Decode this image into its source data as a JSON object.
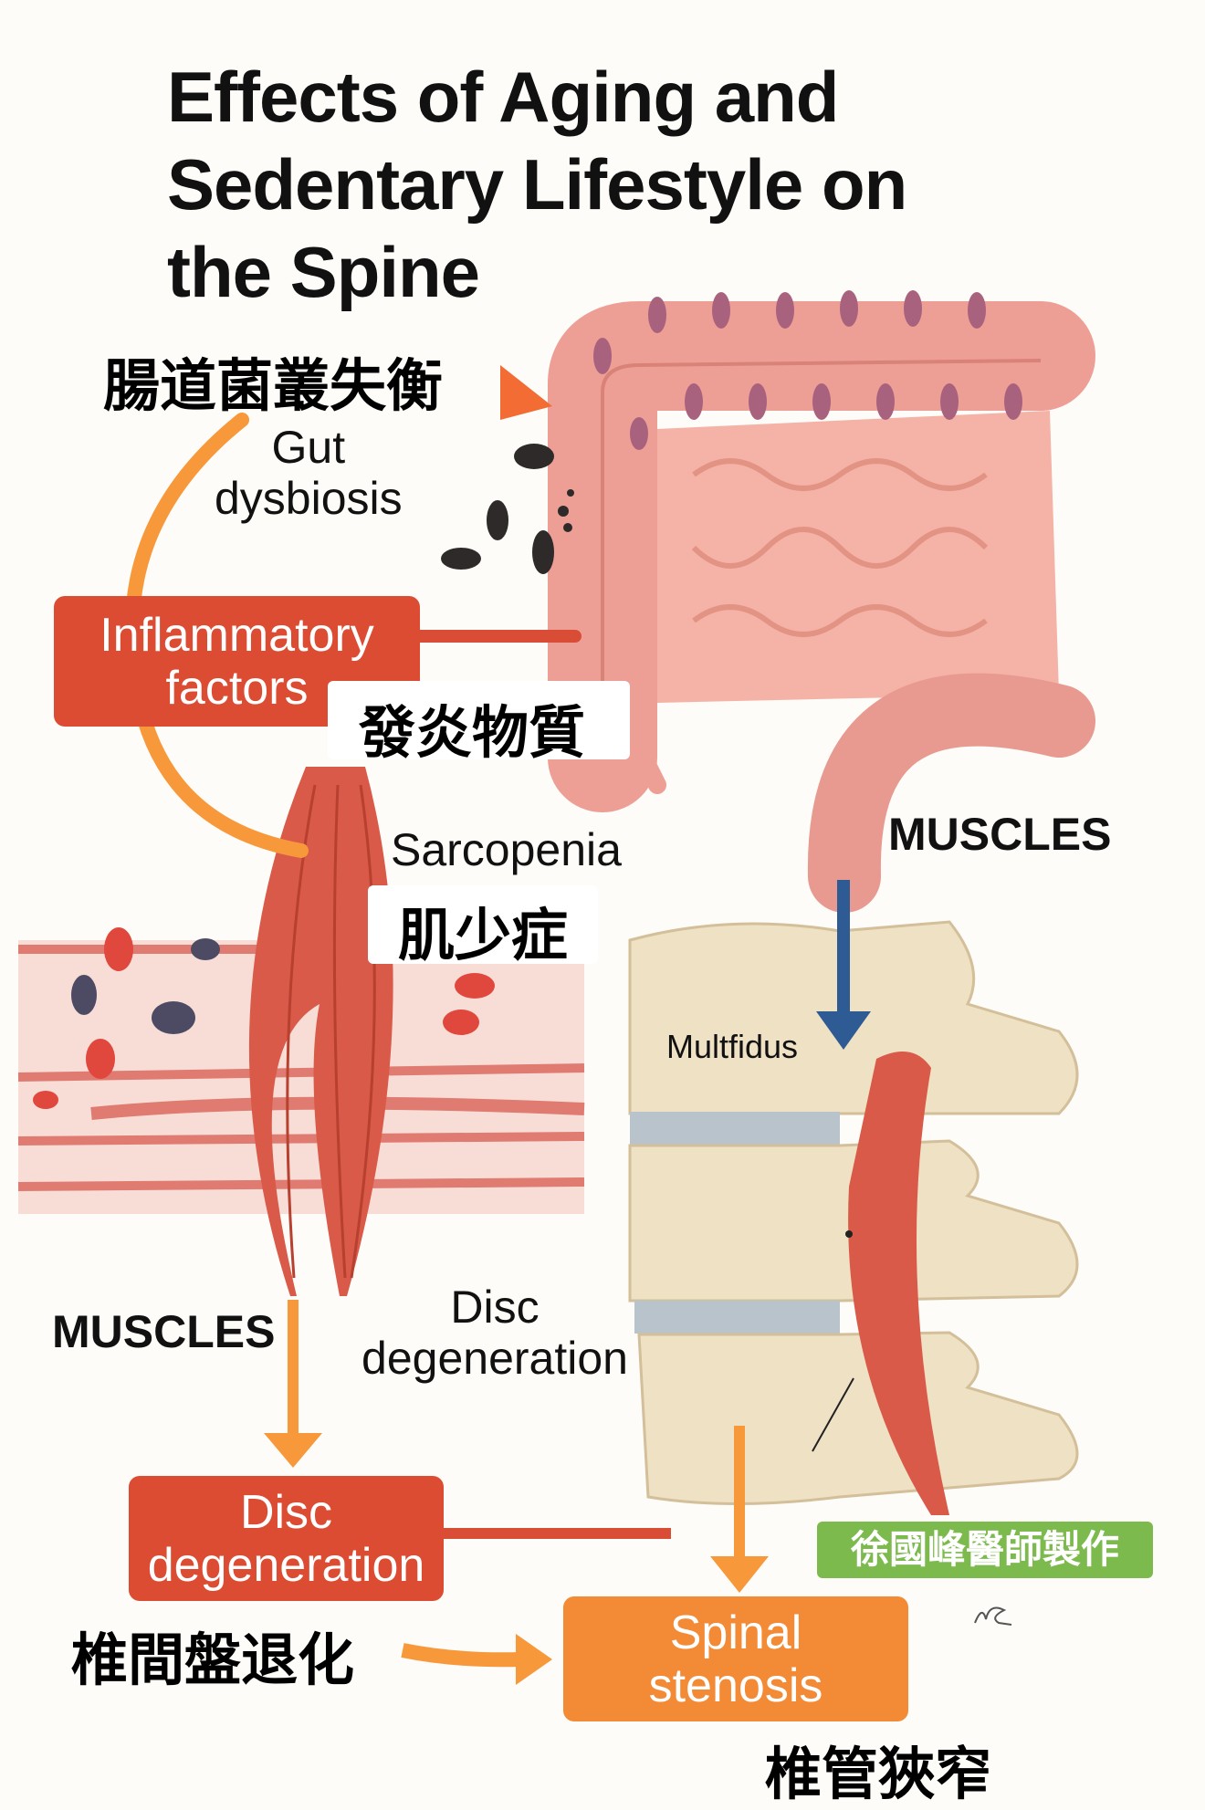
{
  "title": [
    "Effects of Aging and",
    "Sedentary Lifestyle on",
    "the Spine"
  ],
  "labels": {
    "gut_dysbiosis_zh": "腸道菌叢失衡",
    "gut_dysbiosis": [
      "Gut",
      "dysbiosis"
    ],
    "inflammatory_factors": [
      "Inflammatory",
      "factors"
    ],
    "inflammatory_factors_zh": "發炎物質",
    "sarcopenia": "Sarcopenia",
    "sarcopenia_zh": "肌少症",
    "muscles_right": "MUSCLES",
    "multifidus": "Multfidus",
    "muscles_left": "MUSCLES",
    "disc_degeneration_text": [
      "Disc",
      "degeneration"
    ],
    "disc_degeneration_box": [
      "Disc",
      "degeneration"
    ],
    "disc_degeneration_zh": "椎間盤退化",
    "spinal_stenosis": [
      "Spinal",
      "stenosis"
    ],
    "spinal_stenosis_zh": "椎管狹窄",
    "author_credit": "徐國峰醫師製作"
  },
  "colors": {
    "red_box": "#dc4c33",
    "orange_box": "#f38a35",
    "green_badge": "#7dba4e",
    "arrow_orange": "#f7983a",
    "arrow_blue": "#2f5b95"
  }
}
